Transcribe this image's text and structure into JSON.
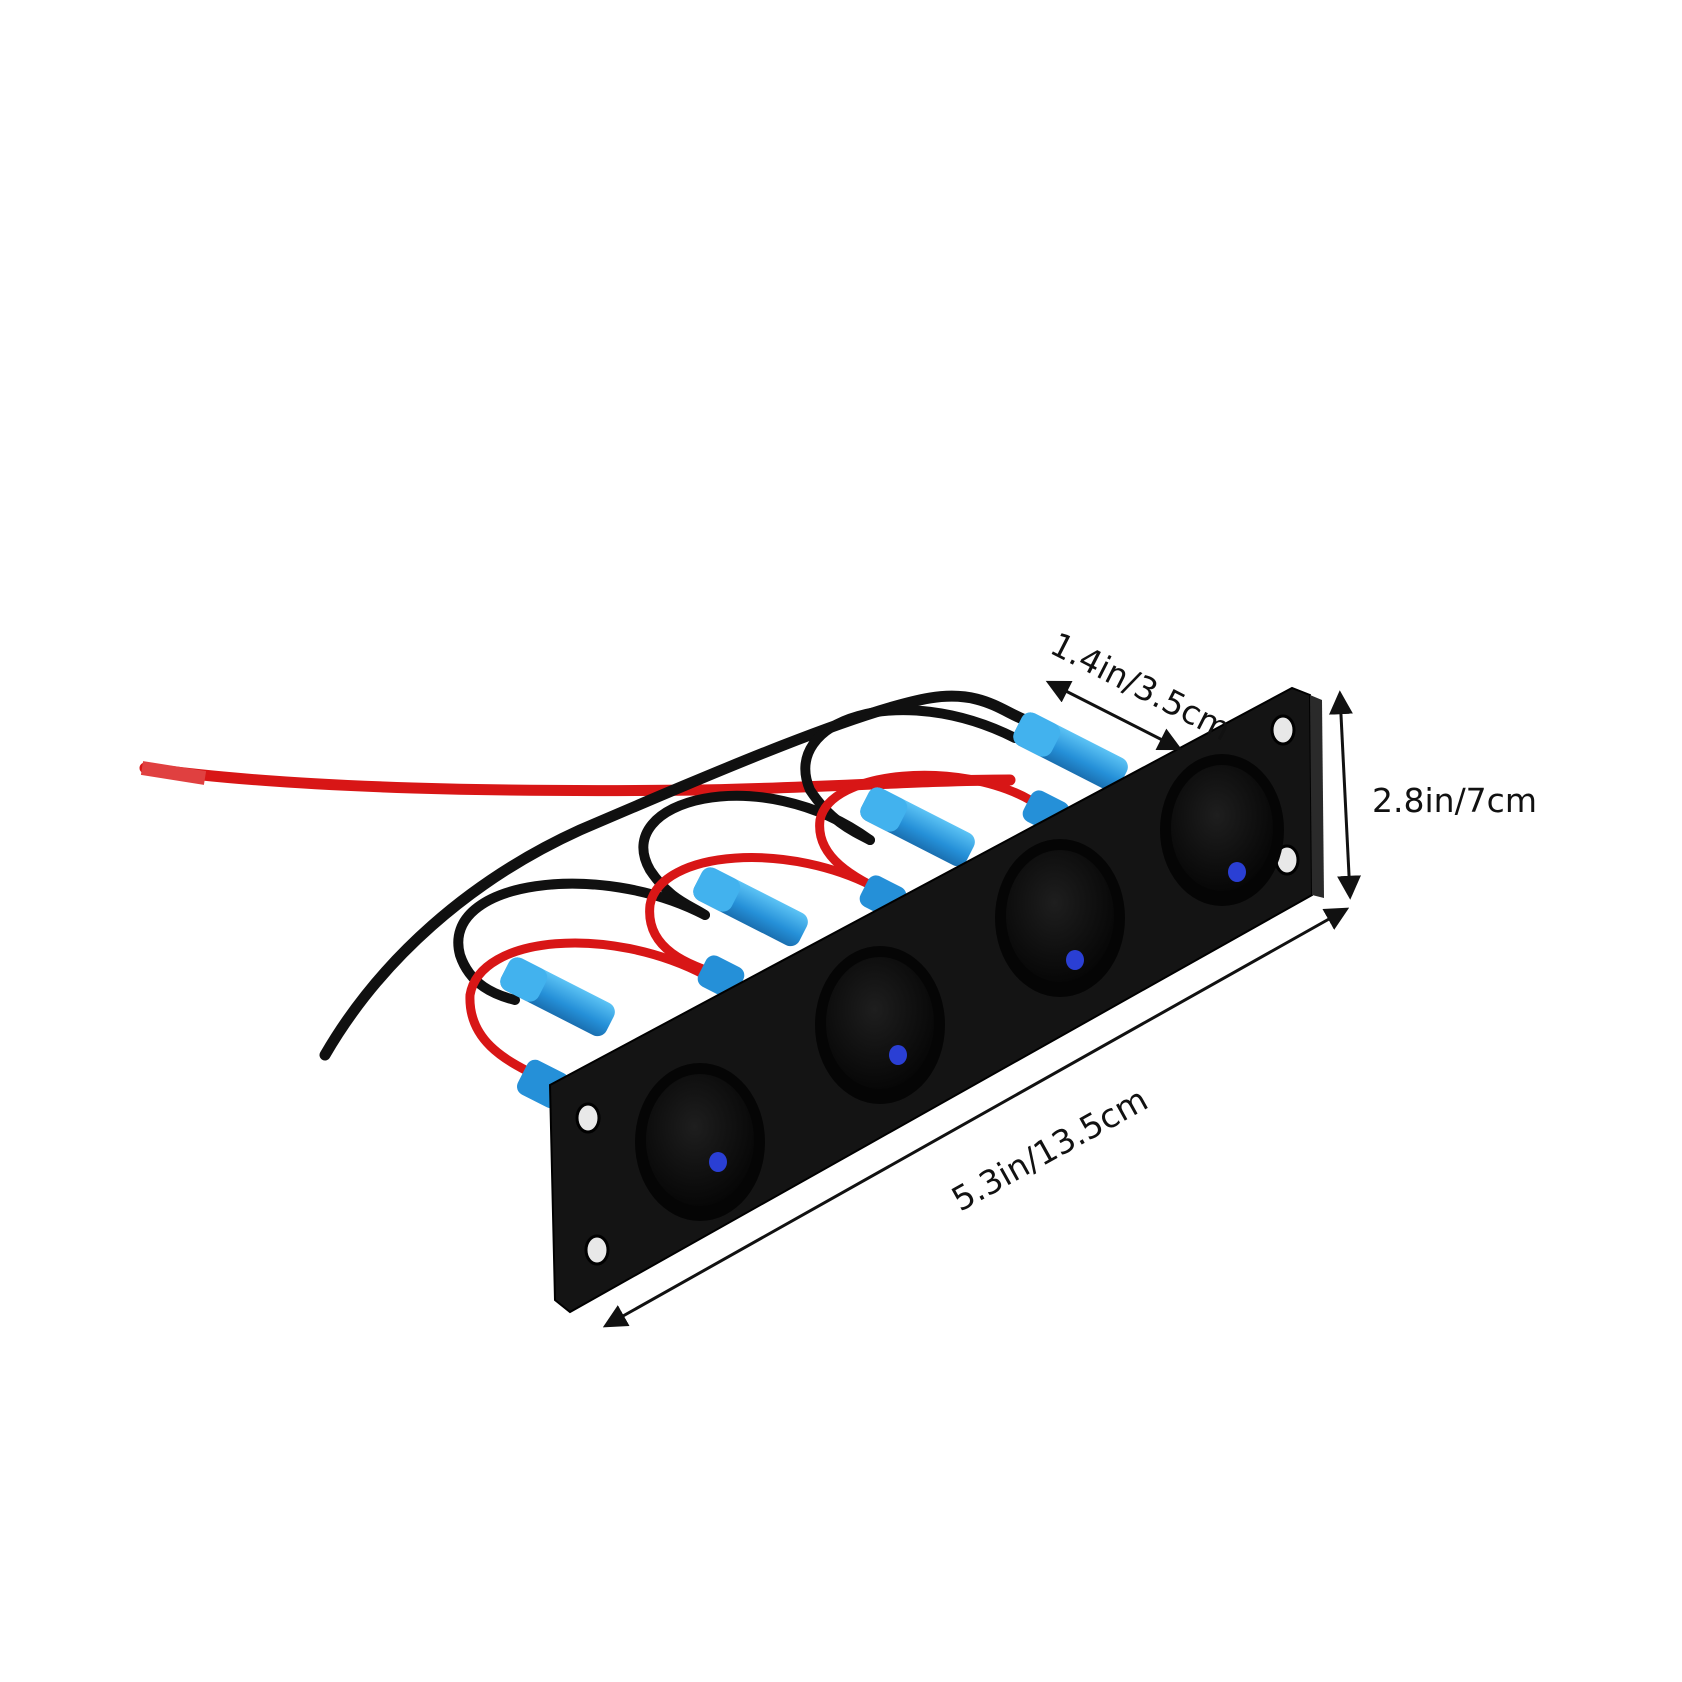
{
  "product": {
    "background": "#ffffff",
    "panel_color": "#141414",
    "rocker_color": "#0b0b0b",
    "indicator_color": "#2a3fd4",
    "red_wire_color": "#d81616",
    "black_wire_color": "#101010",
    "connector_color": "#2fa3e6",
    "switch_count": 4
  },
  "dimensions": {
    "depth_label": "1.4in/3.5cm",
    "height_label": "2.8in/7cm",
    "length_label": "5.3in/13.5cm"
  }
}
